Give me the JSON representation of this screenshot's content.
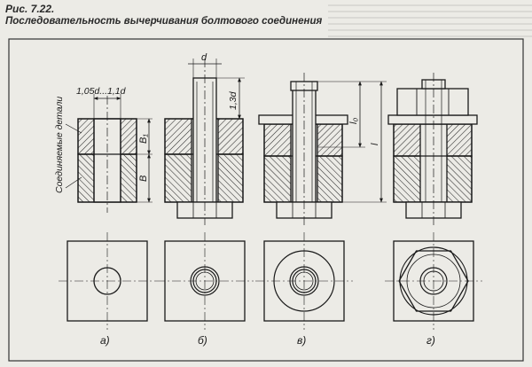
{
  "caption": {
    "figure_number": "Рис. 7.22.",
    "title": "Последовательность вычерчивания болтового соединения"
  },
  "labels": {
    "hole_width": "1,05d...1,1d",
    "parts_label": "Соединяемые детали",
    "thickness_top": "B₁",
    "thickness_bottom": "B",
    "bolt_diameter": "d",
    "head_offset": "1,3d",
    "thread_length": "l₀",
    "bolt_length": "l"
  },
  "views": [
    {
      "letter": "а)"
    },
    {
      "letter": "б)"
    },
    {
      "letter": "в)"
    },
    {
      "letter": "г)"
    }
  ],
  "colors": {
    "line": "#1a1a1a",
    "frame": "#333333",
    "hatch": "#2b2b2b",
    "paper": "#ecebe6"
  }
}
